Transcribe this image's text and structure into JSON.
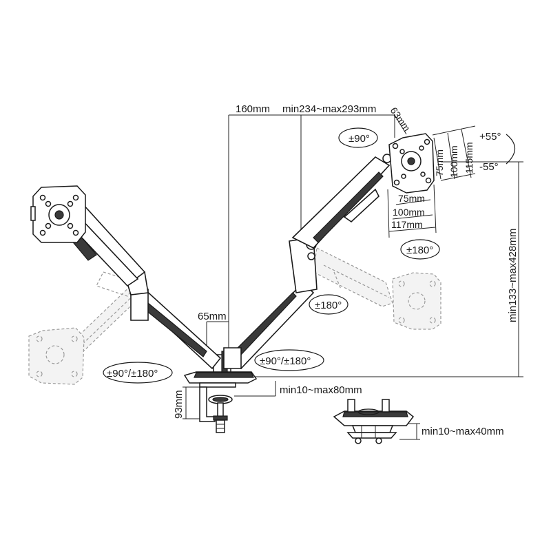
{
  "labels": {
    "offset": "160mm",
    "arm_reach": "min234~max293mm",
    "head_offset": "63mm",
    "head_rotate": "±90°",
    "tilt_up": "+55°",
    "tilt_down": "-55°",
    "vesa_v75": "75mm",
    "vesa_v100": "100mm",
    "vesa_v115": "115mm",
    "vesa_h75": "75mm",
    "vesa_h100": "100mm",
    "vesa_h117": "117mm",
    "swivel_upper": "±180°",
    "height_range": "min133~max428mm",
    "swivel_mid": "±180°",
    "pole_gap": "65mm",
    "base_swivel_left": "±90°/±180°",
    "base_swivel_right": "±90°/±180°",
    "clamp_range": "min10~max80mm",
    "clamp_depth": "93mm",
    "grommet_range": "min10~max40mm"
  }
}
